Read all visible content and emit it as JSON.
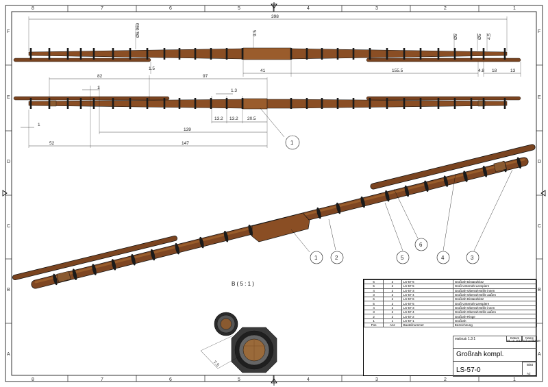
{
  "zones_top": [
    "8",
    "7",
    "6",
    "5",
    "4",
    "3",
    "2",
    "1"
  ],
  "zones_side": [
    "F",
    "E",
    "D",
    "C",
    "B",
    "A"
  ],
  "colors": {
    "wood": "#7a4420",
    "wood_light": "#a5672f",
    "ring": "#1a1a1a",
    "line": "#111111"
  },
  "top_view": {
    "dims": {
      "overall": "398",
      "d_left": "Ø6.969",
      "d_center": "9.5",
      "d5": "Ø5",
      "d_ring": "Ø5",
      "d45": "4.5",
      "d15": "1.5",
      "d41": "41",
      "d155": "155.5",
      "d48": "4.8",
      "d18": "18",
      "d13": "13"
    }
  },
  "front_view": {
    "dims": {
      "d82": "82",
      "d97": "97",
      "d1": "1",
      "d13": "1.3",
      "d1b": "1",
      "d132a": "13.2",
      "d132b": "13.2",
      "d205": "20.5",
      "d139": "139",
      "d52": "52",
      "d147": "147"
    }
  },
  "balloons": {
    "front": "1",
    "iso": [
      "1",
      "2",
      "5",
      "6",
      "4",
      "3"
    ]
  },
  "detail_view": {
    "label": "B ( 5 : 1 )",
    "dim": "7.5"
  },
  "title_block": {
    "parts": [
      {
        "pos": "6",
        "anz": "2",
        "num": "LS-57-6",
        "bez": "Großrah-Distanzklotz"
      },
      {
        "pos": "5",
        "anz": "2",
        "num": "LS-57-5",
        "bez": "Groß-Unterrah-Leespiere"
      },
      {
        "pos": "4",
        "anz": "2",
        "num": "LS-57-3",
        "bez": "Großrah-Oberrah-Brille innen"
      },
      {
        "pos": "3",
        "anz": "2",
        "num": "LS-57-4",
        "bez": "Großrah-Oberrah-Brille außen"
      },
      {
        "pos": "6",
        "anz": "2",
        "num": "LS-57-6",
        "bez": "Großrah-Distanzklotz"
      },
      {
        "pos": "5",
        "anz": "2",
        "num": "LS-57-5",
        "bez": "Groß-Unterrah-Leespiere"
      },
      {
        "pos": "4",
        "anz": "2",
        "num": "LS-57-3",
        "bez": "Großrah-Oberrah-Brille innen"
      },
      {
        "pos": "3",
        "anz": "2",
        "num": "LS-57-4",
        "bez": "Großrah-Oberrah-Brille außen"
      },
      {
        "pos": "2",
        "anz": "2",
        "num": "LS-57-2",
        "bez": "Großrah-Ringe"
      },
      {
        "pos": "1",
        "anz": "1",
        "num": "LS-57-1",
        "bez": "Großrah"
      }
    ],
    "header": {
      "pos": "Pos",
      "anz": "Anz",
      "num": "Bauteilnummer",
      "bez": "Bezeichnung"
    },
    "scale_label": "Maßstab",
    "scale": "1.3:1",
    "date_label": "Datum",
    "date": "05.10.2011",
    "name_label": "Name",
    "name": "Schoellkauer",
    "title": "Großrah kompl.",
    "number": "LS-57-0",
    "sheet_label": "Blatt",
    "format": "A2"
  }
}
